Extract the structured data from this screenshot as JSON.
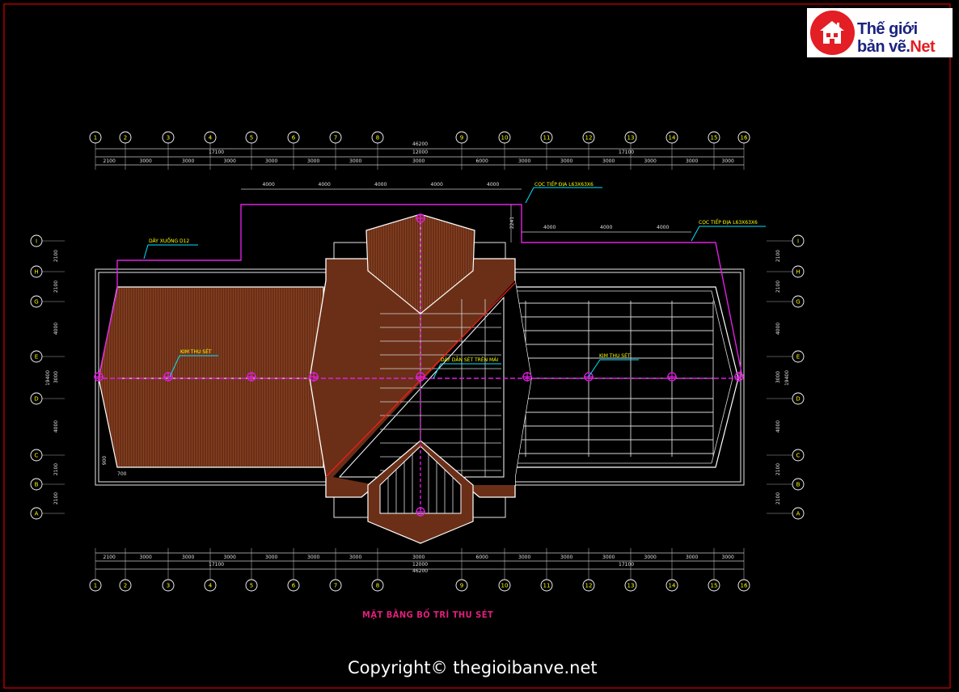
{
  "brand": {
    "line1": "Thế giới",
    "line2a": "bản vẽ.",
    "line2b": "Net"
  },
  "drawing_title": "MẶT BẰNG BỐ TRÍ THU SÉT",
  "copyright": "Copyright© thegioibanve.net",
  "grid_columns": [
    "1",
    "2",
    "3",
    "4",
    "5",
    "6",
    "7",
    "8",
    "9",
    "10",
    "11",
    "12",
    "13",
    "14",
    "15",
    "16"
  ],
  "grid_rows": [
    "I",
    "H",
    "G",
    "E",
    "D",
    "C",
    "B",
    "A"
  ],
  "dims_top_total": "46200",
  "dims_mid": "12000",
  "dims_side": "17100",
  "col_spacings": [
    "2100",
    "3000",
    "3000",
    "3000",
    "3000",
    "3000",
    "3000",
    "3000",
    "6000",
    "3000",
    "3000",
    "3000",
    "3000",
    "3000",
    "3000",
    "2100"
  ],
  "row_spacings_left": [
    "2100",
    "2100",
    "4000",
    "3000",
    "4000",
    "2100",
    "2100"
  ],
  "row_total": "19400",
  "lightning_spacings_a": [
    "4000",
    "4000",
    "4000",
    "4000",
    "4000"
  ],
  "lightning_spacings_b": [
    "4000",
    "4000",
    "4000"
  ],
  "dim_2241": "2241",
  "dim_900": "900",
  "dim_700": "700",
  "labels": {
    "day_xuong": "DÂY XUỐNG D12",
    "coc_tiep_dia_1": "CỌC TIẾP ĐỊA L63X63X6",
    "coc_tiep_dia_2": "CỌC TIẾP ĐỊA L63X63X6",
    "kim_thu_set_1": "KIM THU SÉT",
    "kim_thu_set_2": "KIM THU SÉT",
    "day_dan_set": "DÂY DẪN SÉT TRÊN MÁI"
  },
  "colors": {
    "roof": "#6b2f17",
    "magenta": "#e020e0",
    "cyan": "#00e5ff",
    "yellow": "#ffff00",
    "frame": "#ff0000",
    "logo_red": "#e31e24",
    "logo_blue": "#1a237e"
  }
}
